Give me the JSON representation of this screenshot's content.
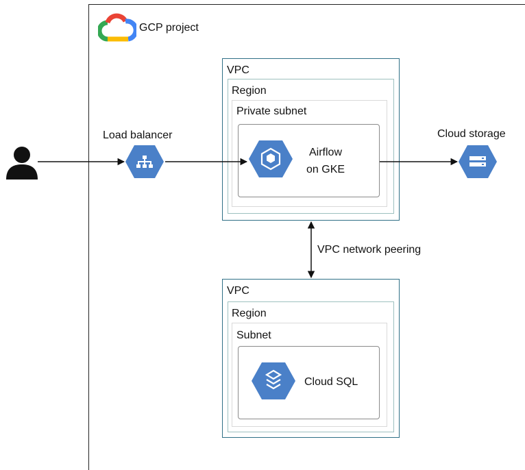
{
  "project": {
    "label": "GCP project",
    "logo": "gcp-cloud-logo"
  },
  "nodes": {
    "user": {
      "icon": "user-icon"
    },
    "load_balancer": {
      "label": "Load balancer",
      "icon": "load-balancer-icon"
    },
    "airflow": {
      "label_line1": "Airflow",
      "label_line2": "on GKE",
      "icon": "gke-icon"
    },
    "cloud_storage": {
      "label": "Cloud storage",
      "icon": "cloud-storage-icon"
    },
    "cloud_sql": {
      "label": "Cloud SQL",
      "icon": "cloud-sql-icon"
    }
  },
  "vpc_top": {
    "vpc_label": "VPC",
    "region_label": "Region",
    "subnet_label": "Private subnet"
  },
  "vpc_bottom": {
    "vpc_label": "VPC",
    "region_label": "Region",
    "subnet_label": "Subnet"
  },
  "peering": {
    "label": "VPC network peering"
  },
  "colors": {
    "hex_blue": "#4a80c8",
    "vpc_border": "#2f6f86",
    "region_border": "#9dc0bf"
  }
}
